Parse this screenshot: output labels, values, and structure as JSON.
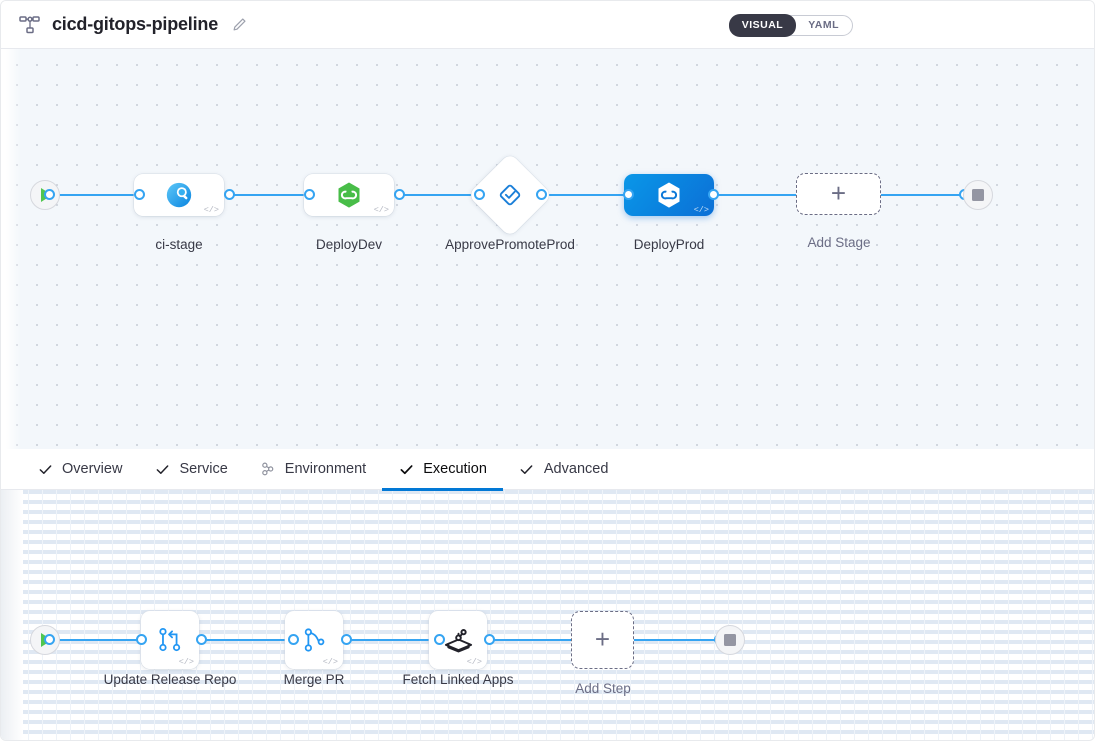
{
  "header": {
    "pipeline_icon": "pipeline-nodes-icon",
    "title": "cicd-gitops-pipeline",
    "edit_icon": "pencil-edit-icon",
    "view_toggle": {
      "options": [
        "VISUAL",
        "YAML"
      ],
      "selected": "VISUAL"
    }
  },
  "stage_graph": {
    "start_node": {
      "name": "pipeline-start",
      "icon": "play-icon"
    },
    "end_node": {
      "name": "pipeline-end",
      "icon": "stop-icon"
    },
    "stages": [
      {
        "label": "ci-stage",
        "type": "ci",
        "icon": "ci-build-icon",
        "shape": "rounded",
        "selected": false,
        "code_badge": "</>"
      },
      {
        "label": "DeployDev",
        "type": "cd",
        "icon": "harness-hex-icon",
        "shape": "rounded",
        "selected": false,
        "code_badge": "</>"
      },
      {
        "label": "ApprovePromoteProd",
        "type": "approval",
        "icon": "approval-check-icon",
        "shape": "diamond",
        "selected": false,
        "code_badge": ""
      },
      {
        "label": "DeployProd",
        "type": "cd",
        "icon": "harness-hex-icon",
        "shape": "rounded",
        "selected": true,
        "code_badge": "</>"
      }
    ],
    "add_stage": {
      "label": "Add Stage",
      "icon": "plus-icon"
    }
  },
  "tabs": [
    {
      "label": "Overview",
      "icon": "check-icon",
      "active": false
    },
    {
      "label": "Service",
      "icon": "check-icon",
      "active": false
    },
    {
      "label": "Environment",
      "icon": "environment-icon",
      "active": false
    },
    {
      "label": "Execution",
      "icon": "check-icon",
      "active": true
    },
    {
      "label": "Advanced",
      "icon": "check-icon",
      "active": false
    }
  ],
  "step_graph": {
    "start_node": {
      "name": "execution-start",
      "icon": "play-icon"
    },
    "end_node": {
      "name": "execution-end",
      "icon": "stop-icon"
    },
    "steps": [
      {
        "label": "Update Release Repo",
        "icon": "git-branch-icon",
        "code_badge": "</>"
      },
      {
        "label": "Merge PR",
        "icon": "git-pull-request-icon",
        "code_badge": "</>"
      },
      {
        "label": "Fetch Linked Apps",
        "icon": "harness-box-icon",
        "code_badge": "</>"
      }
    ],
    "add_step": {
      "label": "Add Step",
      "icon": "plus-icon"
    }
  },
  "colors": {
    "accent_blue": "#0278d5",
    "edge_blue": "#35a4f2",
    "selected_stage": "#0b6fd6",
    "canvas_bg": "#f3f7fb",
    "start_green": "#4fc64f",
    "text_dark": "#383946"
  }
}
